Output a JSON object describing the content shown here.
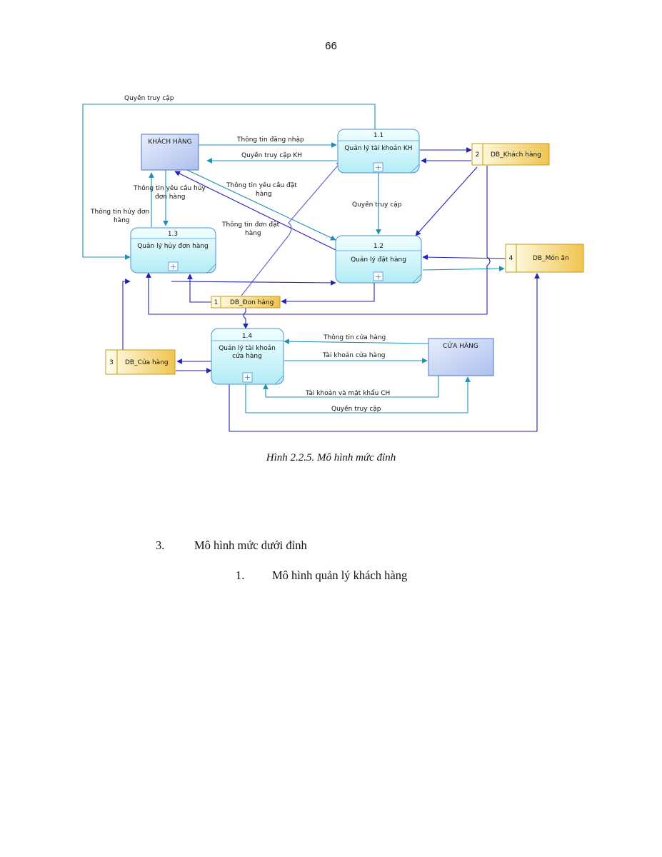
{
  "page_number": "66",
  "caption": "Hình 2.2.5. Mô hình mức đỉnh",
  "headings": [
    {
      "number": "3.",
      "text": "Mô hình mức dưới đỉnh"
    },
    {
      "number": "1.",
      "text": "Mô hình quản lý khách hàng"
    }
  ],
  "diagram": {
    "entities": {
      "khach_hang": "KHÁCH HÀNG",
      "cua_hang": "CỬA HÀNG"
    },
    "processes": {
      "p11": {
        "id": "1.1",
        "name": "Quản lý tài khoản KH"
      },
      "p12": {
        "id": "1.2",
        "name": "Quản lý đặt hàng"
      },
      "p13": {
        "id": "1.3",
        "name": "Quản lý hủy đơn hàng"
      },
      "p14": {
        "id": "1.4",
        "name_line1": "Quản lý tài khoản",
        "name_line2": "cửa hàng"
      }
    },
    "stores": {
      "s1": {
        "num": "1",
        "name": "DB_Đơn hàng"
      },
      "s2": {
        "num": "2",
        "name": "DB_Khách hàng"
      },
      "s3": {
        "num": "3",
        "name": "DB_Cửa hàng"
      },
      "s4": {
        "num": "4",
        "name": "DB_Món ăn"
      }
    },
    "flows": {
      "quyen_truy_cap_top": "Quyền truy cập",
      "thong_tin_dang_nhap": "Thông tin đăng nhập",
      "quyen_truy_cap_kh": "Quyền truy cập KH",
      "yeu_cau_huy_1": "Thông tin yêu cầu hủy",
      "yeu_cau_huy_2": "đơn hàng",
      "yeu_cau_dat_1": "Thông tin yêu cầu đặt",
      "yeu_cau_dat_2": "hàng",
      "huy_don_1": "Thông tin hủy đơn",
      "huy_don_2": "hàng",
      "don_dat_1": "Thông tin đơn đặt",
      "don_dat_2": "hàng",
      "quyen_truy_cap_mid": "Quyền truy cập",
      "thong_tin_cua_hang": "Thông tin cửa hàng",
      "tai_khoan_cua_hang": "Tài khoản cửa hàng",
      "tk_mat_khau_ch": "Tài khoản và mật khẩu CH",
      "quyen_truy_cap_bottom": "Quyền truy cập"
    }
  },
  "colors": {
    "line_teal": "#1c8fb4",
    "line_navy": "#2222b8",
    "line_purple": "#5a5ad0",
    "process_fill_top": "#f2ffff",
    "process_fill_bottom": "#b2ecf6",
    "process_border": "#4d8fd4",
    "store_fill_left": "#ffffee",
    "store_fill_right": "#f0c450",
    "store_border": "#c89a20",
    "entity_fill_top": "#e4ecfc",
    "entity_fill_bottom": "#b2c4ee",
    "entity_border": "#4d75c4"
  }
}
